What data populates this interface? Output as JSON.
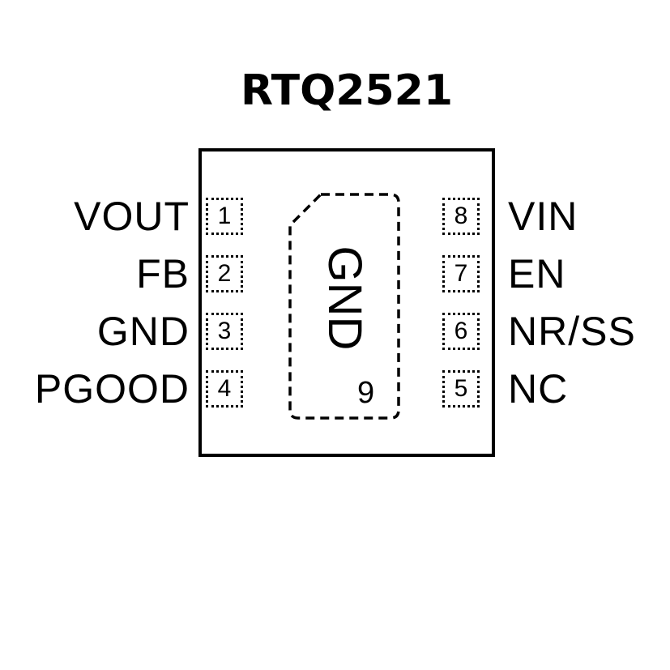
{
  "title": "RTQ2521",
  "package": {
    "left_pins": [
      {
        "number": "1",
        "label": "VOUT"
      },
      {
        "number": "2",
        "label": "FB"
      },
      {
        "number": "3",
        "label": "GND"
      },
      {
        "number": "4",
        "label": "PGOOD"
      }
    ],
    "right_pins": [
      {
        "number": "8",
        "label": "VIN"
      },
      {
        "number": "7",
        "label": "EN"
      },
      {
        "number": "6",
        "label": "NR/SS"
      },
      {
        "number": "5",
        "label": "NC"
      }
    ],
    "exposed_pad": {
      "label": "GND",
      "pin_number": "9"
    }
  },
  "colors": {
    "outline": "#000000",
    "background": "#ffffff"
  }
}
